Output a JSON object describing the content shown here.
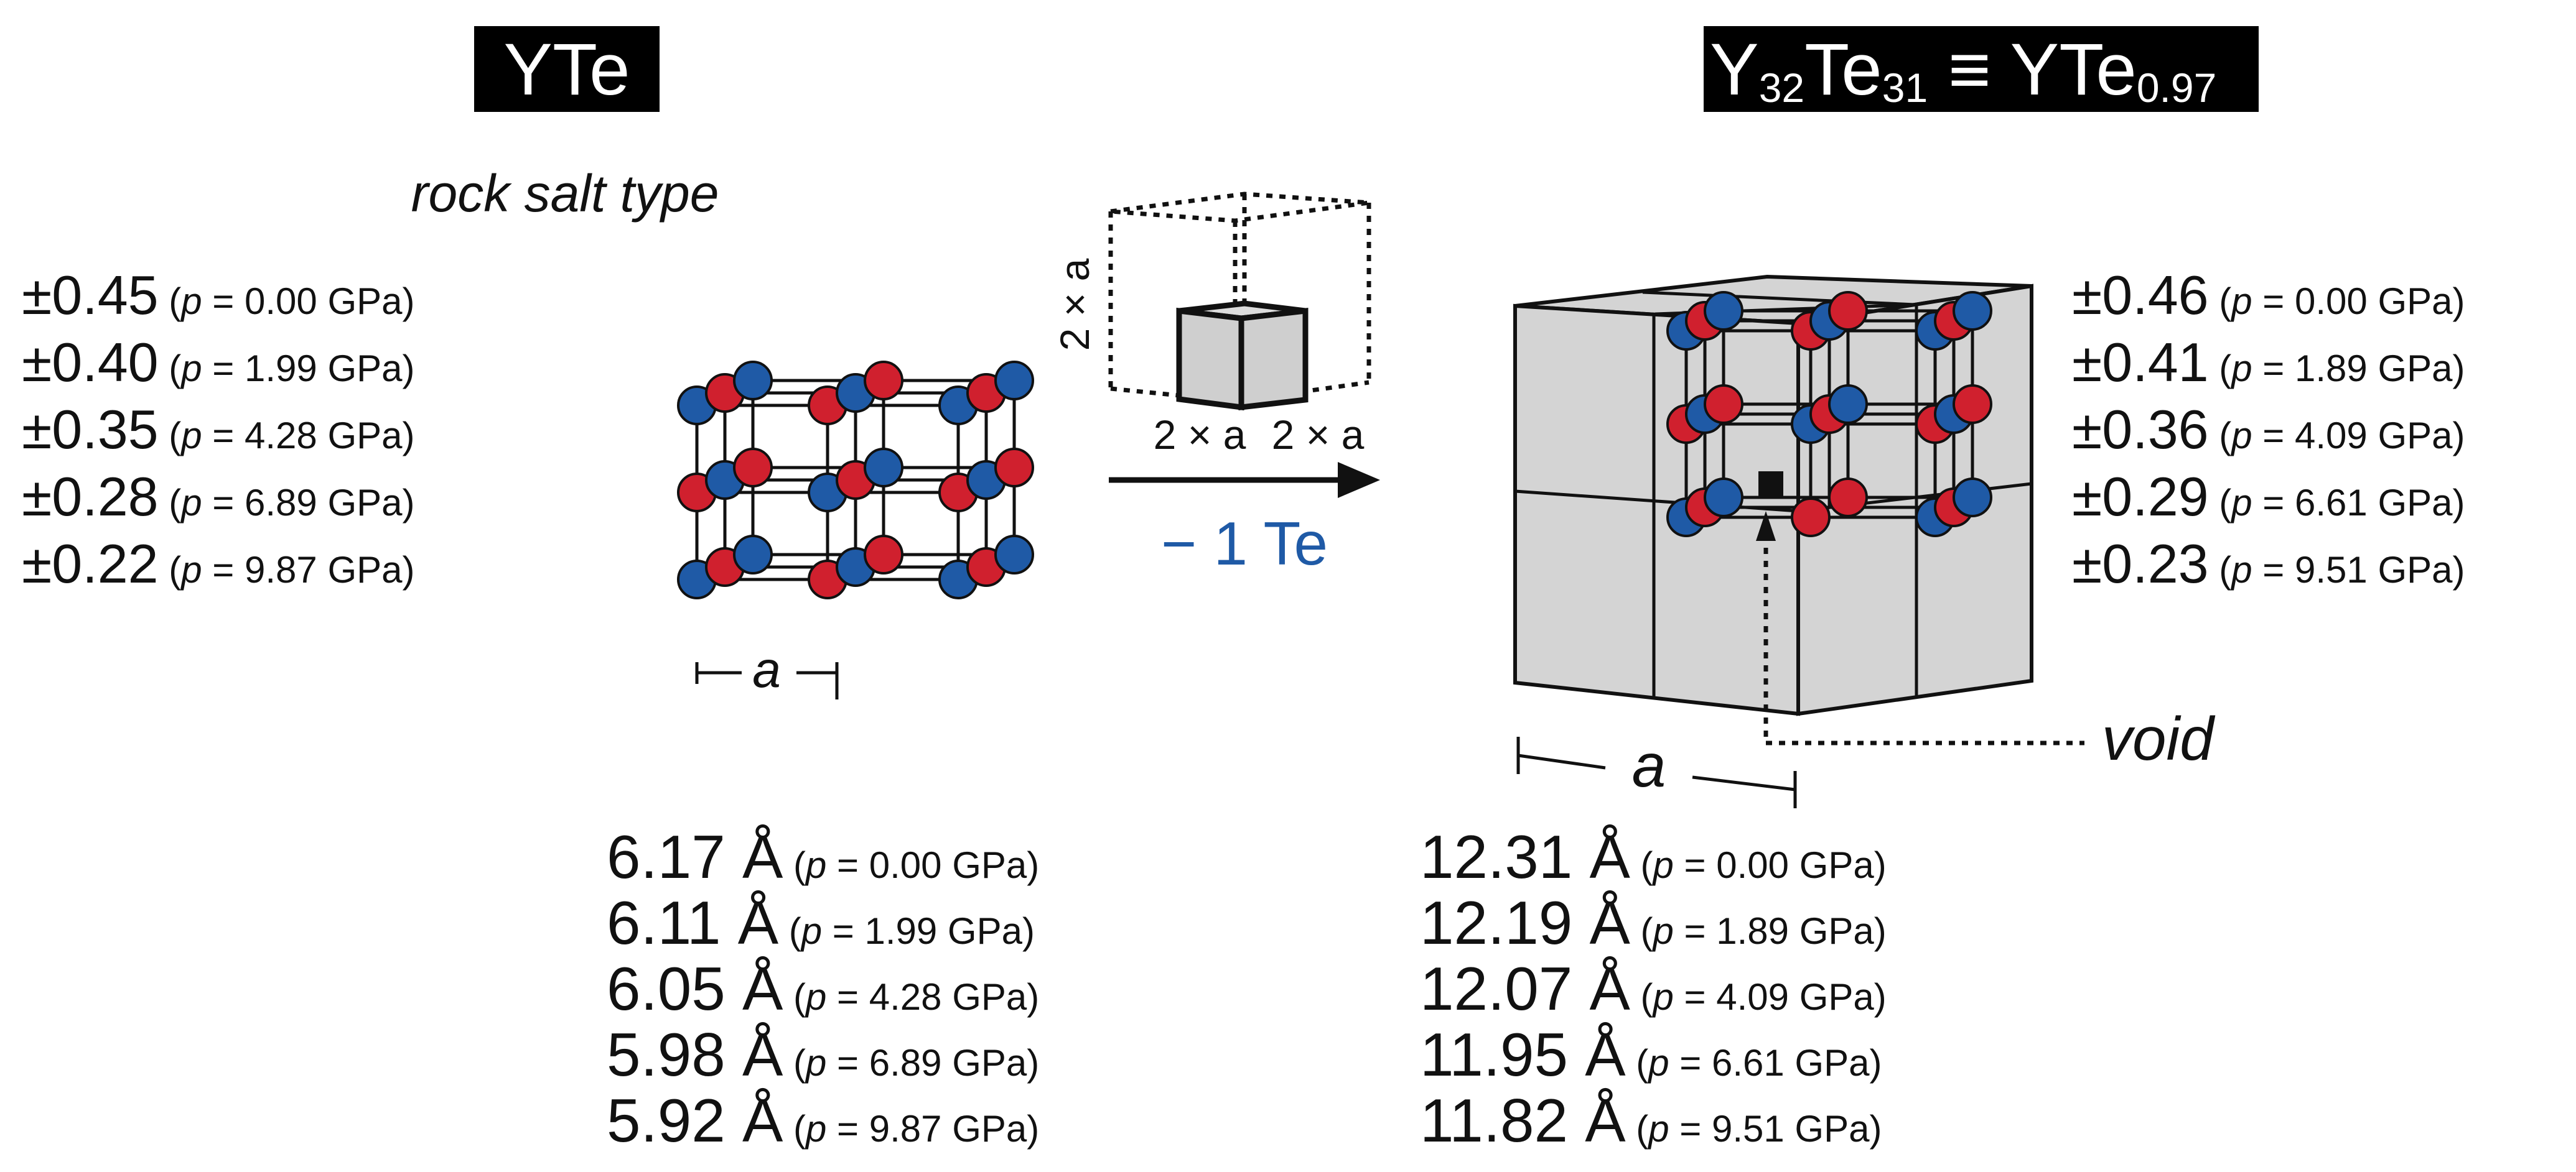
{
  "left": {
    "title": "YTe",
    "subtitle": "rock salt type",
    "lattice_label": "a",
    "charges": [
      {
        "value": "±0.45",
        "pressure": "0.00"
      },
      {
        "value": "±0.40",
        "pressure": "1.99"
      },
      {
        "value": "±0.35",
        "pressure": "4.28"
      },
      {
        "value": "±0.28",
        "pressure": "6.89"
      },
      {
        "value": "±0.22",
        "pressure": "9.87"
      }
    ],
    "parameters": [
      {
        "value": "6.17",
        "pressure": "0.00"
      },
      {
        "value": "6.11",
        "pressure": "1.99"
      },
      {
        "value": "6.05",
        "pressure": "4.28"
      },
      {
        "value": "5.98",
        "pressure": "6.89"
      },
      {
        "value": "5.92",
        "pressure": "9.87"
      }
    ]
  },
  "right": {
    "title_parts": [
      "Y",
      "32",
      "Te",
      "31",
      " ≡ YTe",
      "0.97"
    ],
    "lattice_label": "a",
    "void_label": "void",
    "charges": [
      {
        "value": "±0.46",
        "pressure": "0.00"
      },
      {
        "value": "±0.41",
        "pressure": "1.89"
      },
      {
        "value": "±0.36",
        "pressure": "4.09"
      },
      {
        "value": "±0.29",
        "pressure": "6.61"
      },
      {
        "value": "±0.23",
        "pressure": "9.51"
      }
    ],
    "parameters": [
      {
        "value": "12.31",
        "pressure": "0.00"
      },
      {
        "value": "12.19",
        "pressure": "1.89"
      },
      {
        "value": "12.07",
        "pressure": "4.09"
      },
      {
        "value": "11.95",
        "pressure": "6.61"
      },
      {
        "value": "11.82",
        "pressure": "9.51"
      }
    ]
  },
  "middle": {
    "supercell_height_label": "2 × a",
    "supercell_width_labels": [
      "2 × a",
      "2 × a"
    ],
    "removal_label": "− 1 Te"
  },
  "common": {
    "pressure_symbol": "p",
    "pressure_prefix": " = ",
    "pressure_unit": " GPa",
    "angstrom": " Å"
  },
  "colors": {
    "blue_atom": "#1f5aa6",
    "red_atom": "#d0202e",
    "cube_face": "#d4d4d4",
    "removal_text": "#1f5aa6",
    "title_bg": "#000000"
  }
}
